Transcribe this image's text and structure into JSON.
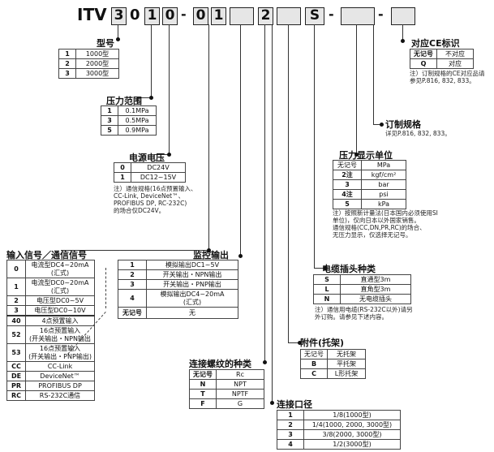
{
  "code": {
    "prefix": "ITV",
    "d1": "3",
    "d2": "0",
    "d3": "1",
    "d4": "0",
    "dash1": "-",
    "d5": "0",
    "d6": "1",
    "blank1": "",
    "d7": "2",
    "blank2": "",
    "d8": "S",
    "dash2": "-",
    "blank3": "",
    "dash3": "-",
    "blank4": ""
  },
  "type_model": {
    "title": "型号",
    "rows": [
      [
        "1",
        "1000型"
      ],
      [
        "2",
        "2000型"
      ],
      [
        "3",
        "3000型"
      ]
    ]
  },
  "pressure_range": {
    "title": "压力范围",
    "rows": [
      [
        "1",
        "0.1MPa"
      ],
      [
        "3",
        "0.5MPa"
      ],
      [
        "5",
        "0.9MPa"
      ]
    ]
  },
  "power_voltage": {
    "title": "电源电压",
    "rows": [
      [
        "0",
        "DC24V"
      ],
      [
        "1",
        "DC12~15V"
      ]
    ],
    "note": "注）通信规格(16点预置输入、\nCC-Link, DeviceNet™、\nPROFIBUS DP, RC-232C)\n的场合仅DC24V。"
  },
  "input_signal": {
    "title": "输入信号／通信信号",
    "rows": [
      [
        "0",
        "电流型DC4~20mA\n(汇式)"
      ],
      [
        "1",
        "电流型DC0~20mA\n(汇式)"
      ],
      [
        "2",
        "电压型DC0~5V"
      ],
      [
        "3",
        "电压型DC0~10V"
      ],
      [
        "40",
        "4点预置输入"
      ],
      [
        "52",
        "16点预置输入\n(开关输出・NPN输出"
      ],
      [
        "53",
        "16点预置输入\n(开关输出・PNP输出)"
      ],
      [
        "CC",
        "CC-Link"
      ],
      [
        "DE",
        "DeviceNet™"
      ],
      [
        "PR",
        "PROFIBUS DP"
      ],
      [
        "RC",
        "RS-232C通信"
      ]
    ]
  },
  "monitor_output": {
    "title": "监控输出",
    "rows": [
      [
        "1",
        "模拟输出DC1~5V"
      ],
      [
        "2",
        "开关输出・NPN输出"
      ],
      [
        "3",
        "开关输出・PNP输出"
      ],
      [
        "4",
        "模拟输出DC4~20mA\n(汇式)"
      ],
      [
        "无记号",
        "无"
      ]
    ]
  },
  "thread_type": {
    "title": "连接螺纹的种类",
    "rows": [
      [
        "无记号",
        "Rc"
      ],
      [
        "N",
        "NPT"
      ],
      [
        "T",
        "NPTF"
      ],
      [
        "F",
        "G"
      ]
    ]
  },
  "port_size": {
    "title": "连接口径",
    "rows": [
      [
        "1",
        "1/8(1000型)"
      ],
      [
        "2",
        "1/4(1000, 2000, 3000型)"
      ],
      [
        "3",
        "3/8(2000, 3000型)"
      ],
      [
        "4",
        "1/2(3000型)"
      ]
    ]
  },
  "accessory": {
    "title": "附件(托架)",
    "header": [
      "无记号",
      "无托架"
    ],
    "rows": [
      [
        "B",
        "平托架"
      ],
      [
        "C",
        "L形托架"
      ]
    ]
  },
  "cable": {
    "title": "电缆插头种类",
    "rows": [
      [
        "S",
        "直通型3m"
      ],
      [
        "L",
        "直角型3m"
      ],
      [
        "N",
        "无电缆插头"
      ]
    ],
    "note": "注）通信用电缆(RS-232C以外)请另\n外订购。请参见下述内容。"
  },
  "pressure_display": {
    "title": "压力显示单位",
    "header": [
      "无记号",
      "MPa"
    ],
    "rows": [
      [
        "2注",
        "kgf/cm²"
      ],
      [
        "3",
        "bar"
      ],
      [
        "4注",
        "psi"
      ],
      [
        "5",
        "kPa"
      ]
    ],
    "note": "注）按照新计量法(日本国内必须使用SI\n单位)，仅向日本以外国家销售。\n通信规格(CC,DN,PR,RC)的场合、\n无压力显示，仅选择无记号。"
  },
  "order_spec": {
    "title": "订制规格",
    "note": "详见P.816, 832, 833。"
  },
  "ce_mark": {
    "title": "对应CE标识",
    "rows": [
      [
        "无记号",
        "不对应"
      ],
      [
        "Q",
        "对应"
      ]
    ],
    "note": "注）订制规格的CE对应品请\n参见P.816, 832, 833。"
  }
}
